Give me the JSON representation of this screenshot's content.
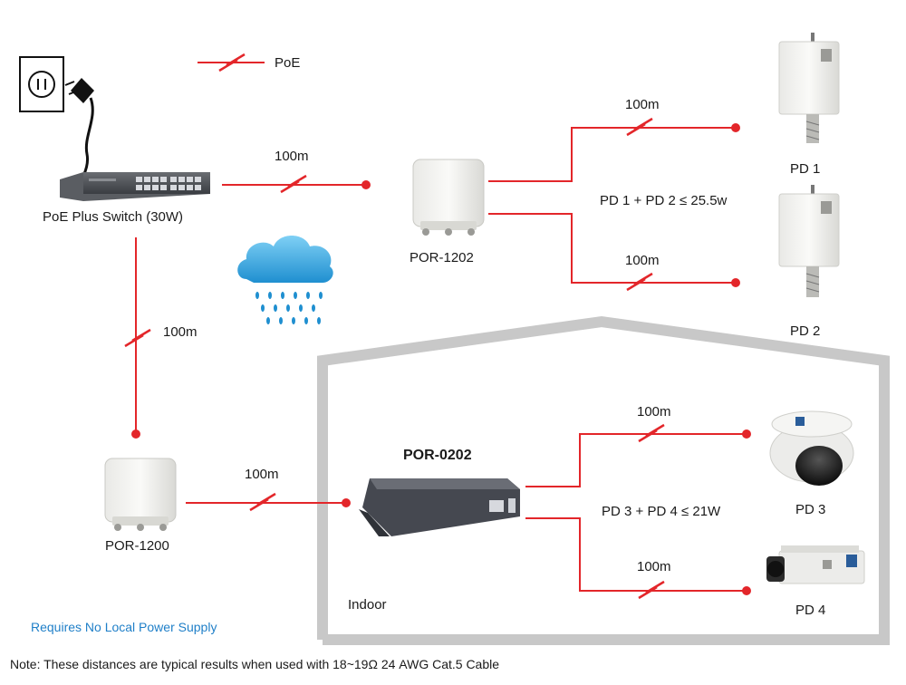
{
  "legend": {
    "poe_label": "PoE"
  },
  "devices": {
    "switch": "PoE Plus Switch (30W)",
    "por1202": "POR-1202",
    "por1200": "POR-1200",
    "por0202": "POR-0202",
    "pd1": "PD 1",
    "pd2": "PD 2",
    "pd3": "PD 3",
    "pd4": "PD 4"
  },
  "distances": {
    "switch_to_por1202": "100m",
    "por1202_to_pd1": "100m",
    "por1202_to_pd2": "100m",
    "switch_to_por1200": "100m",
    "por1200_to_por0202": "100m",
    "por0202_to_pd3": "100m",
    "por0202_to_pd4": "100m"
  },
  "budgets": {
    "pd1_pd2": "PD 1 + PD 2 ≤ 25.5w",
    "pd3_pd4": "PD 3 + PD 4 ≤ 21W"
  },
  "zones": {
    "indoor": "Indoor"
  },
  "footer": {
    "requires": "Requires No Local Power Supply",
    "note": "Note: These distances are typical results when used with 18~19Ω 24 AWG Cat.5 Cable"
  },
  "colors": {
    "line": "#e3262a",
    "house": "#c8c8c8",
    "accent": "#1f7fc8"
  }
}
